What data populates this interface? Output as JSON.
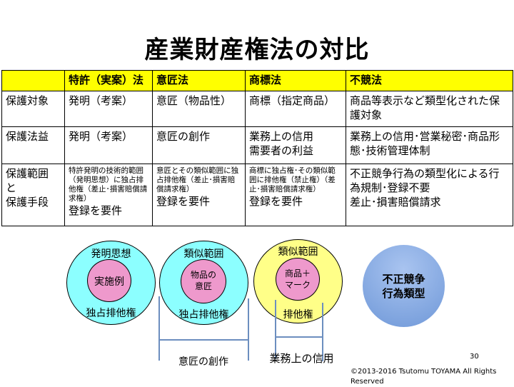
{
  "title": "産業財産権法の対比",
  "table": {
    "headers": [
      "",
      "特許（実案）法",
      "意匠法",
      "商標法",
      "不競法"
    ],
    "rows": [
      {
        "label": "保護対象",
        "cells": [
          "発明（考案）",
          "意匠（物品性）",
          "商標（指定商品）",
          "商品等表示など類型化された保護対象"
        ]
      },
      {
        "label": "保護法益",
        "cells": [
          "発明（考案）",
          "意匠の創作",
          "業務上の信用\n需要者の利益",
          "業務上の信用･営業秘密･商品形態･技術管理体制"
        ]
      },
      {
        "label": "保護範囲\nと\n保護手段",
        "cells": [
          "特許発明の技術的範囲（発明思想）に独占排他権（差止･損害賠償請求権）",
          "意匠とその類似範囲に独占排他権（差止･損害賠償請求権）",
          "商標に独占権･その類似範囲に排他権（禁止権）（差止･損害賠償請求権）",
          "不正競争行為の類型化による行為規制･登録不要\n差止･損害賠償請求"
        ],
        "requirement": "登録を要件"
      }
    ]
  },
  "diagram": {
    "patent": {
      "outer_top": "発明思想",
      "inner": "実施例",
      "outer_bottom": "独占排他権"
    },
    "design": {
      "outer_top": "類似範囲",
      "inner": "物品の\n意匠",
      "outer_bottom": "独占排他権"
    },
    "trademark": {
      "outer_top": "類似範囲",
      "inner": "商品＋\nマーク",
      "outer_bottom": "排他権"
    },
    "unfair": {
      "label": "不正競争\n行為類型"
    },
    "design_arrow": "意匠の創作",
    "trademark_arrow": "業務上の信用"
  },
  "footer": {
    "page": "30",
    "copyright": "©2013-2016 Tsutomu TOYAMA All Rights Reserved"
  },
  "colors": {
    "header": "#ffff00",
    "cyan": "#8cffff",
    "pink": "#ee99cc",
    "yellow": "#ffff88",
    "blue": "#7fa6e3"
  }
}
